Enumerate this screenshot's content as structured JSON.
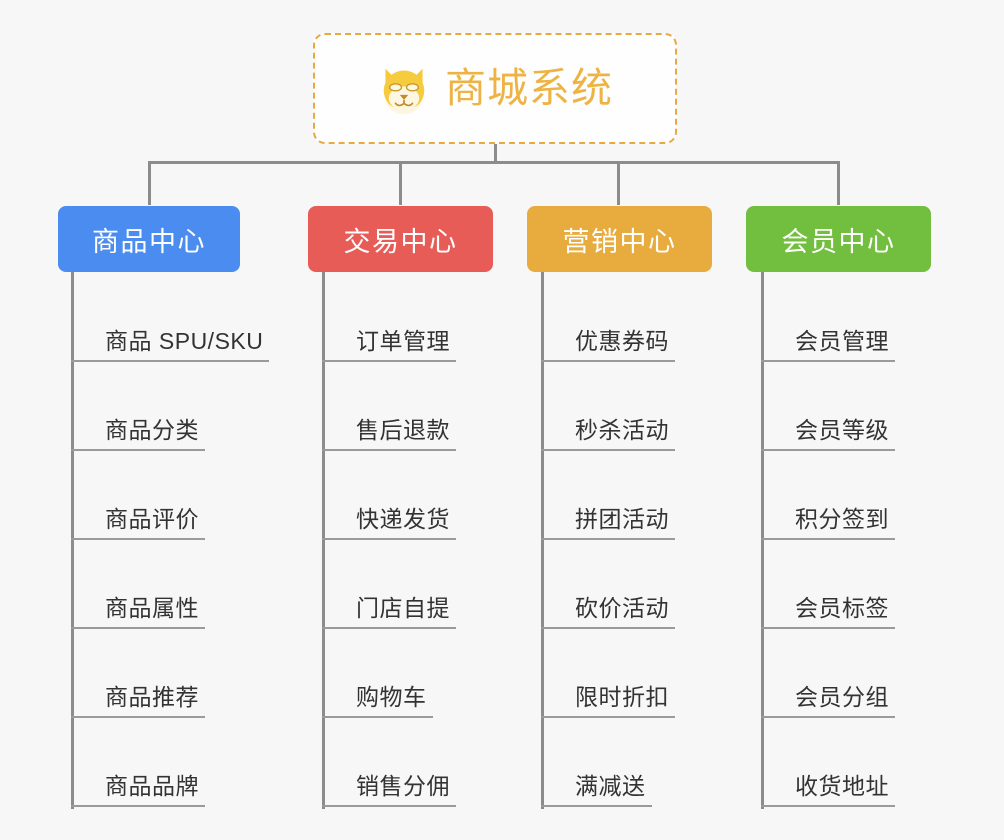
{
  "diagram": {
    "type": "mind-map",
    "title": "商城系统",
    "background_color": "#f7f7f7",
    "root": {
      "label": "商城系统",
      "icon": "shiba-dog-face-icon",
      "text_color": "#edb445",
      "border_color": "#e8a940",
      "border_style": "dashed",
      "background_color": "#fefefe"
    },
    "connector_color": "#8c8c8c",
    "branches": [
      {
        "id": "product-center",
        "label": "商品中心",
        "color": "#4a8cf0",
        "items": [
          "商品 SPU/SKU",
          "商品分类",
          "商品评价",
          "商品属性",
          "商品推荐",
          "商品品牌"
        ]
      },
      {
        "id": "trade-center",
        "label": "交易中心",
        "color": "#e85c58",
        "items": [
          "订单管理",
          "售后退款",
          "快递发货",
          "门店自提",
          "购物车",
          "销售分佣"
        ]
      },
      {
        "id": "marketing-center",
        "label": "营销中心",
        "color": "#e8ab3d",
        "items": [
          "优惠券码",
          "秒杀活动",
          "拼团活动",
          "砍价活动",
          "限时折扣",
          "满减送"
        ]
      },
      {
        "id": "member-center",
        "label": "会员中心",
        "color": "#72be3f",
        "items": [
          "会员管理",
          "会员等级",
          "积分签到",
          "会员标签",
          "会员分组",
          "收货地址"
        ]
      }
    ]
  }
}
